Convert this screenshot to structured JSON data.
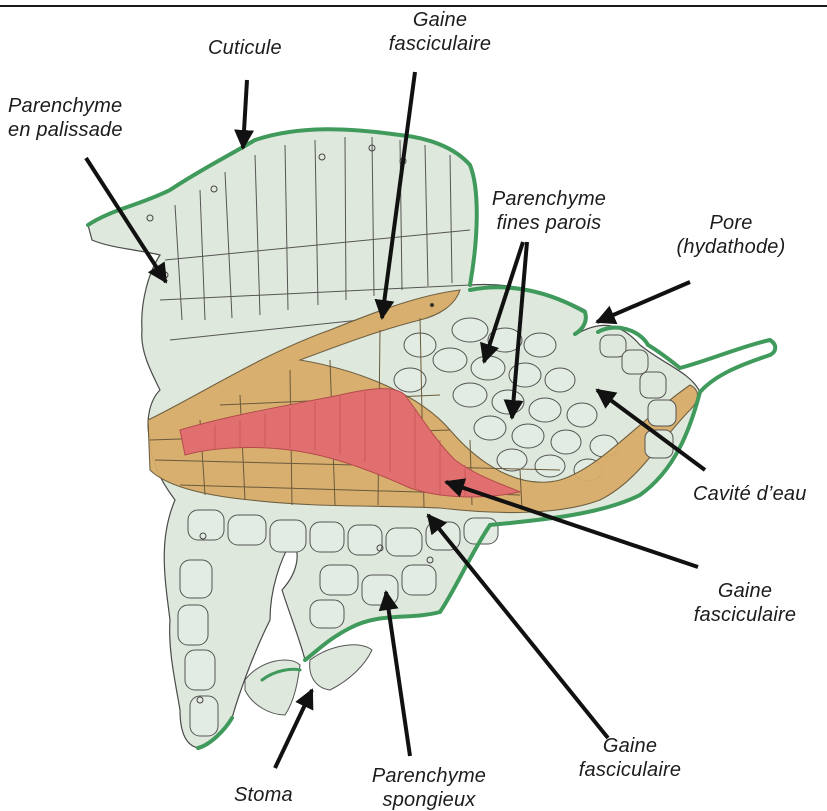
{
  "labels": {
    "cuticule": "Cuticule",
    "gaine_top": [
      "Gaine",
      "fasciculaire"
    ],
    "parenchyme_palissade": [
      "Parenchyme",
      "en palissade"
    ],
    "parenchyme_fines_parois": [
      "Parenchyme",
      "fines parois"
    ],
    "pore": [
      "Pore",
      "(hydathode)"
    ],
    "cavite_eau": "Cavité d’eau",
    "gaine_right": [
      "Gaine",
      "fasciculaire"
    ],
    "gaine_bottom": [
      "Gaine",
      "fasciculaire"
    ],
    "stoma": "Stoma",
    "parenchyme_spongieux": [
      "Parenchyme",
      "spongieux"
    ]
  },
  "colors": {
    "cuticle": "#3f9a5c",
    "cell_fill": "#dfe8dc",
    "cell_stroke": "#4a4a4a",
    "sheath": "#d8ad6a",
    "xylem": "#e06a6a",
    "arrow": "#111111"
  }
}
